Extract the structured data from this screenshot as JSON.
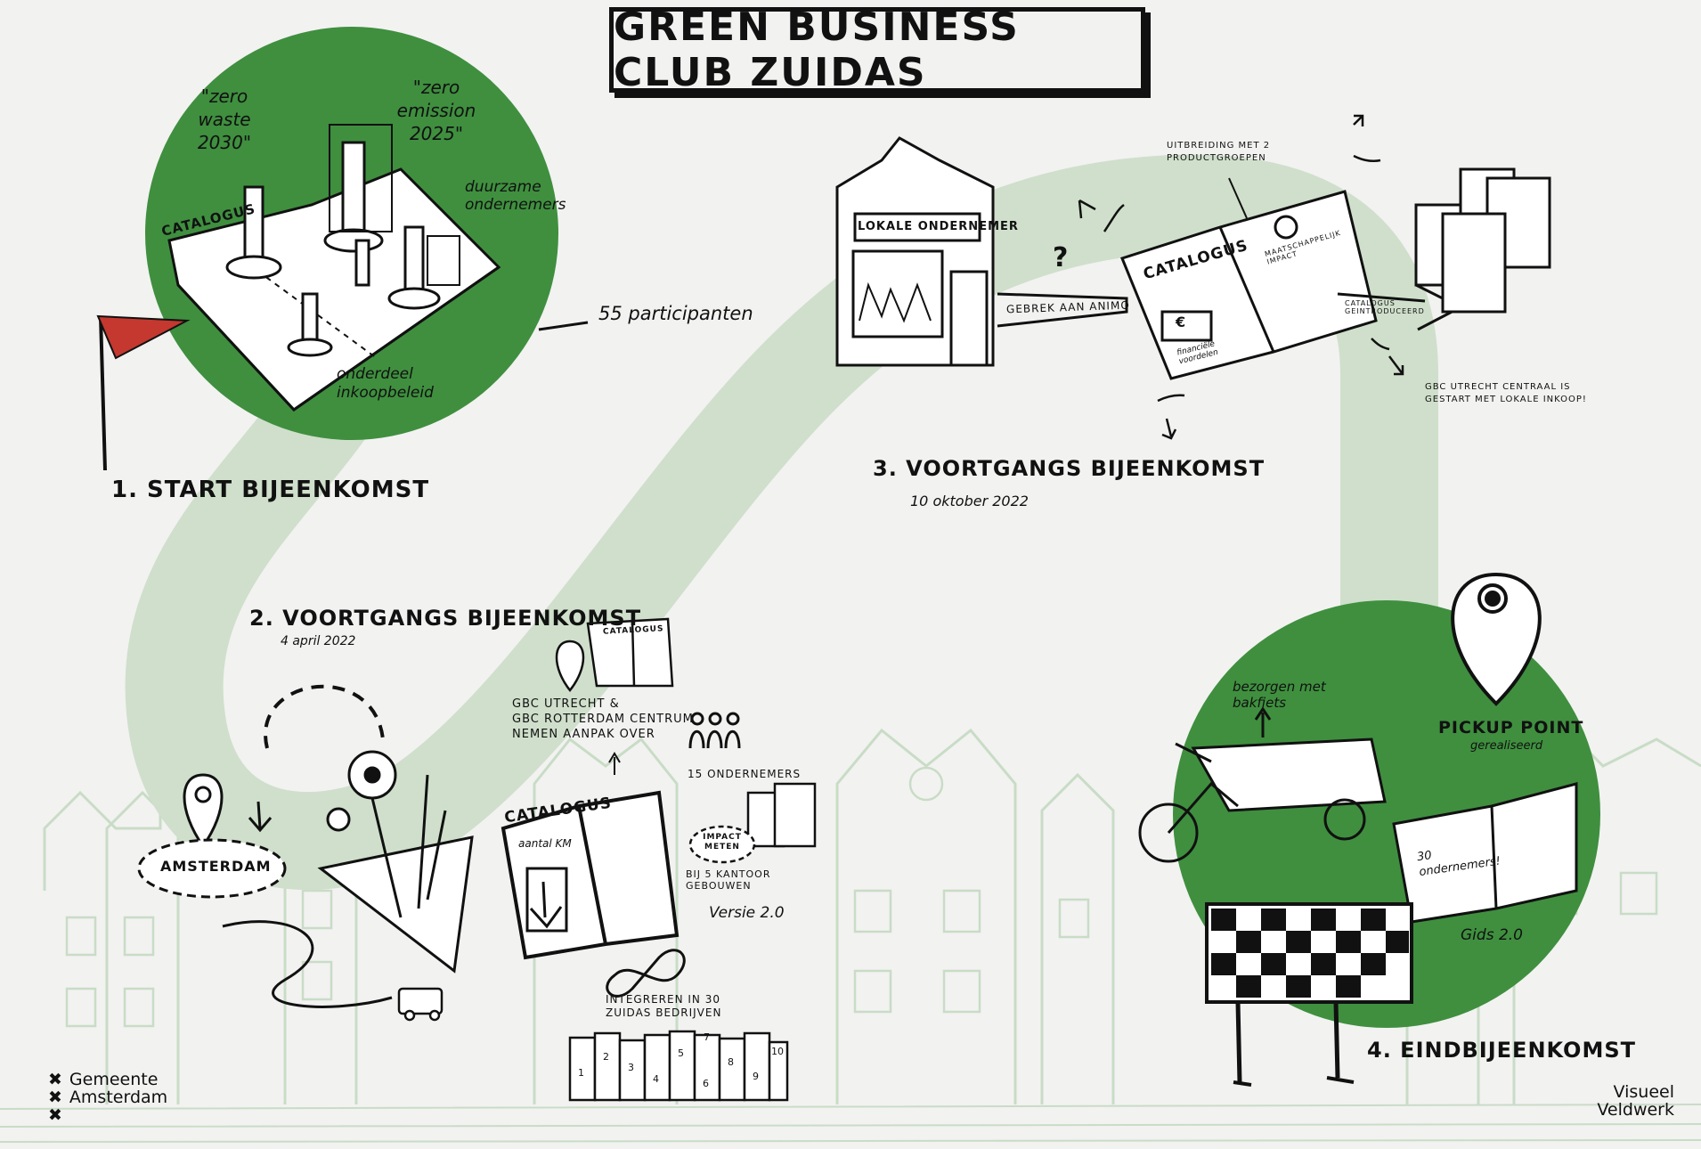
{
  "title": "GREEN BUSINESS CLUB ZUIDAS",
  "step1": {
    "label": "1. START BIJEENKOMST",
    "zero_waste": "\"zero waste 2030\"",
    "zero_emission": "\"zero emission 2025\"",
    "ondernemers": "duurzame ondernemers",
    "catalogus": "CATALOGUS",
    "onderdeel": "onderdeel inkoopbeleid",
    "participanten": "55 participanten"
  },
  "step2": {
    "label": "2. VOORTGANGS BIJEENKOMST",
    "date": "4 april 2022",
    "amsterdam": "AMSTERDAM",
    "gbc_note_1": "GBC UTRECHT &",
    "gbc_note_2": "GBC ROTTERDAM CENTRUM",
    "gbc_note_3": "NEMEN AANPAK OVER",
    "ondernemers": "15 ONDERNEMERS",
    "impact": "IMPACT METEN",
    "kantoor": "bij 5 KANTOOR GEBOUWEN",
    "catalogus": "CATALOGUS",
    "aantal_km": "aantal KM",
    "versie": "Versie 2.0",
    "integreren": "INTEGREREN IN 30 ZUIDAS BEDRIJVEN",
    "mini_catalog": "CATALOGUS",
    "buildings": [
      "1",
      "2",
      "3",
      "4",
      "5",
      "6",
      "7",
      "8",
      "9",
      "10"
    ]
  },
  "step3": {
    "label": "3. VOORTGANGS BIJEENKOMST",
    "date": "10 oktober 2022",
    "lokale": "LOKALE ONDERNEMER",
    "gebrek": "GEBREK AAN ANIMO",
    "uitbreiding": "UITBREIDING MET 2 PRODUCTGROEPEN",
    "catalogus": "CATALOGUS",
    "financiele": "financiële voordelen",
    "maatschappelijk": "MAATSCHAPPELIJK IMPACT",
    "geintroduceerd": "CATALOGUS GEINTRODUCEERD",
    "gbc_utrecht": "GBC UTRECHT CENTRAAL IS GESTART MET LOKALE INKOOP!"
  },
  "step4": {
    "label": "4. EINDBIJEENKOMST",
    "bezorgen": "bezorgen met bakfiets",
    "pickup": "PICKUP POINT",
    "gerealiseerd": "gerealiseerd",
    "ondernemers": "30 ondernemers!",
    "gids": "Gids 2.0"
  },
  "footer": {
    "gemeente_line1": "Gemeente",
    "gemeente_line2": "Amsterdam",
    "credit_line1": "Visueel",
    "credit_line2": "Veldwerk"
  },
  "colors": {
    "green": "#3f8f3f",
    "path": "#cfdfcb",
    "background": "#f2f2f1",
    "flag": "#c4382f"
  }
}
